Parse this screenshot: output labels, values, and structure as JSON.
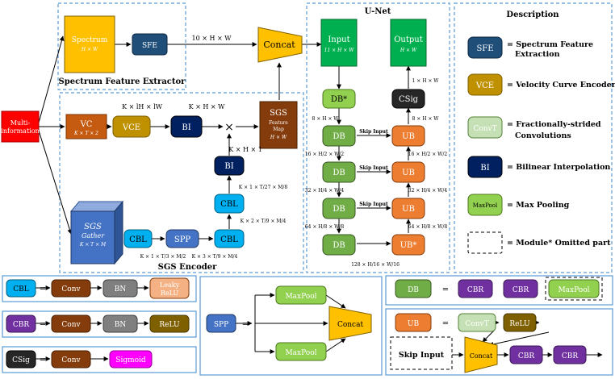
{
  "sections": {
    "sfe_title": "Spectrum Feature Extractor",
    "sgs_title": "SGS Encoder",
    "unet_title": "U-Net",
    "desc_title": "Description"
  },
  "blocks": {
    "spectrum": "Spectrum",
    "spectrum_dims": "H × W",
    "sfe": "SFE",
    "concat": "Concat",
    "multi_info_1": "Multi-",
    "multi_info_2": "information",
    "vc": "VC",
    "vc_dims": "K × T × 2",
    "vce": "VCE",
    "bi": "BI",
    "multiply": "×",
    "sgs_map_1": "SGS",
    "sgs_map_2": "Feature",
    "sgs_map_3": "Map",
    "sgs_map_dims": "H × W",
    "sgs_gather_1": "SGS",
    "sgs_gather_2": "Gather",
    "sgs_gather_dims": "K × T × M",
    "cbl": "CBL",
    "spp": "SPP",
    "input": "Input",
    "input_dims": "11 × H × W",
    "output": "Output",
    "output_dims": "H × W",
    "db_star": "DB*",
    "db": "DB",
    "csig": "CSig",
    "ub": "UB",
    "ub_star": "UB*",
    "skip_input": "Skip Input"
  },
  "dims": {
    "sfe_out": "10 × H × W",
    "vc_out": "K × lH × lW",
    "bi_out": "K × H × W",
    "sgs_map_in": "K × H × 1",
    "bi_in": "K × 1 × T/27 × M/8",
    "cbl_in": "K × 2 × T/9 × M/4",
    "cbl1_out": "K × 1 × T/3 × M/2",
    "spp_out": "K × 3 × T/9 × M/4",
    "csig_out": "1 × H × W",
    "db1_in": "8 × H × W",
    "ub_top_in": "8 × H × W",
    "db2_down": "16 × H/2 × W/2",
    "ub2_up": "16 × H/2 × W/2",
    "db3_down": "32 × H/4 × W/4",
    "ub3_up": "32 × H/4 × W/4",
    "db4_down": "64 × H/8 × W/8",
    "ub4_up": "64 × H/8 × W/8",
    "bottom": "128 × H/16 × W/16"
  },
  "legend": [
    {
      "key": "SFE",
      "desc_1": "= Spectrum Feature",
      "desc_2": "Extraction",
      "color": "#1f4e79"
    },
    {
      "key": "VCE",
      "desc_1": "= Velocity Curve Encoder",
      "desc_2": "",
      "color": "#bf9000"
    },
    {
      "key": "ConvT",
      "desc_1": "= Fractionally-strided",
      "desc_2": "Convolutions",
      "color": "#c5e0b4"
    },
    {
      "key": "BI",
      "desc_1": "= Bilinear Interpolation",
      "desc_2": "",
      "color": "#002060"
    },
    {
      "key": "MaxPool",
      "desc_1": "= Max Pooling",
      "desc_2": "",
      "color": "#92d050"
    },
    {
      "key": "",
      "desc_1": "= Module* Omitted part",
      "desc_2": "",
      "color": "none"
    }
  ],
  "defs": {
    "cbl": {
      "name": "CBL",
      "eq": "=",
      "parts": [
        "Conv",
        "BN",
        "Leaky",
        "ReLU"
      ]
    },
    "cbr": {
      "name": "CBR",
      "eq": "=",
      "parts": [
        "Conv",
        "BN",
        "ReLU"
      ]
    },
    "csig": {
      "name": "CSig",
      "eq": "=",
      "parts": [
        "Conv",
        "Sigmoid"
      ]
    },
    "spp": {
      "name": "SPP",
      "eq": "=",
      "parts": [
        "MaxPool",
        "MaxPool",
        "Concat"
      ]
    },
    "db": {
      "name": "DB",
      "eq": "=",
      "parts": [
        "CBR",
        "CBR",
        "MaxPool"
      ]
    },
    "ub": {
      "name": "UB",
      "eq": "=",
      "parts": [
        "ConvT",
        "ReLU",
        "Skip Input",
        "Concat",
        "CBR",
        "CBR"
      ]
    }
  },
  "colors": {
    "panel_border": "#5b9bd5",
    "yellow": "#ffc000",
    "green": "#00b050",
    "navy": "#1f3864",
    "dark_navy": "#002060",
    "cyan": "#00b0f0",
    "purple": "#7030a0",
    "orange": "#ed7d31",
    "brown": "#843c0c",
    "gold": "#bf9000",
    "red": "#ff0000",
    "magenta": "#ff00ff",
    "gray": "#7f7f7f",
    "light_green": "#92d050",
    "dark_gray": "#262626",
    "salmon": "#f4b183",
    "sgs_blue": "#4472c4"
  }
}
